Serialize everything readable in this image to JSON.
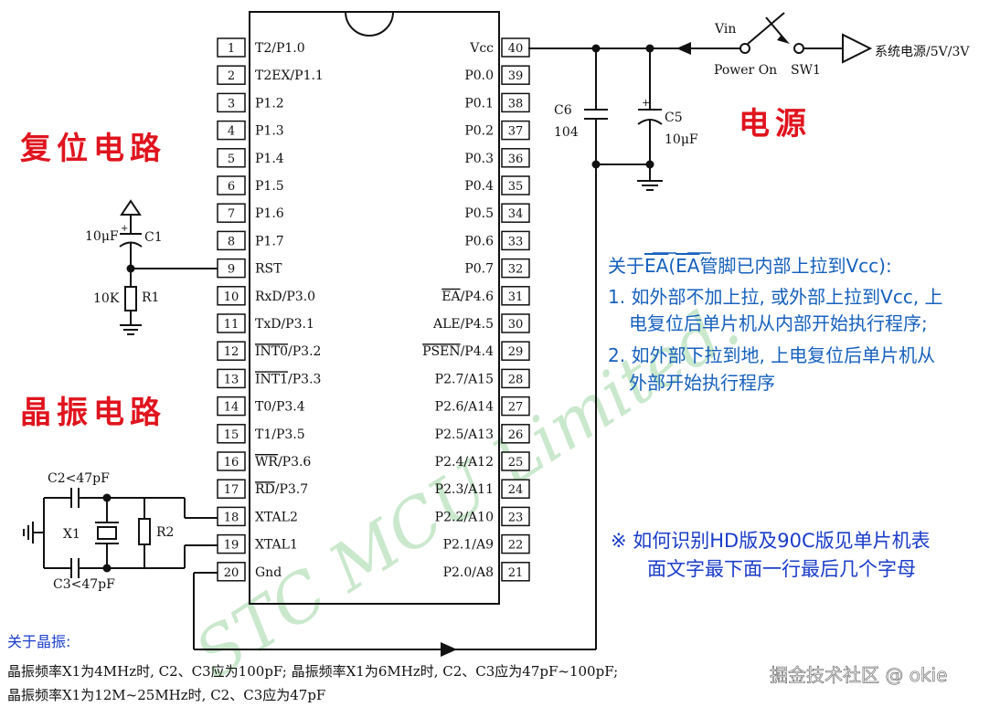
{
  "chip": {
    "left_pins": [
      {
        "num": "1",
        "label": "T2/P1.0"
      },
      {
        "num": "2",
        "label": "T2EX/P1.1"
      },
      {
        "num": "3",
        "label": "P1.2"
      },
      {
        "num": "4",
        "label": "P1.3"
      },
      {
        "num": "5",
        "label": "P1.4"
      },
      {
        "num": "6",
        "label": "P1.5"
      },
      {
        "num": "7",
        "label": "P1.6"
      },
      {
        "num": "8",
        "label": "P1.7"
      },
      {
        "num": "9",
        "label": "RST"
      },
      {
        "num": "10",
        "label": "RxD/P3.0"
      },
      {
        "num": "11",
        "label": "TxD/P3.1"
      },
      {
        "num": "12",
        "label": "INT0/P3.2",
        "overline": "INT0"
      },
      {
        "num": "13",
        "label": "INT1/P3.3",
        "overline": "INT1"
      },
      {
        "num": "14",
        "label": "T0/P3.4"
      },
      {
        "num": "15",
        "label": "T1/P3.5"
      },
      {
        "num": "16",
        "label": "WR/P3.6",
        "overline": "WR"
      },
      {
        "num": "17",
        "label": "RD/P3.7",
        "overline": "RD"
      },
      {
        "num": "18",
        "label": "XTAL2"
      },
      {
        "num": "19",
        "label": "XTAL1"
      },
      {
        "num": "20",
        "label": "Gnd"
      }
    ],
    "right_pins": [
      {
        "num": "40",
        "label": "Vcc"
      },
      {
        "num": "39",
        "label": "P0.0"
      },
      {
        "num": "38",
        "label": "P0.1"
      },
      {
        "num": "37",
        "label": "P0.2"
      },
      {
        "num": "36",
        "label": "P0.3"
      },
      {
        "num": "35",
        "label": "P0.4"
      },
      {
        "num": "34",
        "label": "P0.5"
      },
      {
        "num": "33",
        "label": "P0.6"
      },
      {
        "num": "32",
        "label": "P0.7"
      },
      {
        "num": "31",
        "label": "EA/P4.6",
        "overline": "EA"
      },
      {
        "num": "30",
        "label": "ALE/P4.5"
      },
      {
        "num": "29",
        "label": "PSEN/P4.4",
        "overline": "PSEN"
      },
      {
        "num": "28",
        "label": "P2.7/A15"
      },
      {
        "num": "27",
        "label": "P2.6/A14"
      },
      {
        "num": "26",
        "label": "P2.5/A13"
      },
      {
        "num": "25",
        "label": "P2.4/A12"
      },
      {
        "num": "24",
        "label": "P2.3/A11"
      },
      {
        "num": "23",
        "label": "P2.2/A10"
      },
      {
        "num": "22",
        "label": "P2.1/A9"
      },
      {
        "num": "21",
        "label": "P2.0/A8"
      }
    ]
  },
  "sections": {
    "reset": "复位电路",
    "crystal": "晶振电路",
    "power": "电源"
  },
  "power": {
    "vin": "Vin",
    "power_on": "Power On",
    "sw1": "SW1",
    "supply": "系统电源/5V/3V",
    "c6_name": "C6",
    "c6_value": "104",
    "c5_name": "C5",
    "c5_value": "10μF"
  },
  "reset_circuit": {
    "c1_value": "10μF",
    "c1_name": "C1",
    "r1_value": "10K",
    "r1_name": "R1"
  },
  "crystal_circuit": {
    "c2": "C2<47pF",
    "c3": "C3<47pF",
    "x1": "X1",
    "r2": "R2"
  },
  "ea_note": {
    "title_prefix": "关于",
    "title_ea1": "EA",
    "title_paren": "(",
    "title_ea2": "EA",
    "title_suffix": "管脚已内部上拉到Vcc):",
    "line1a": "1. 如外部不加上拉, 或外部上拉到Vcc, 上",
    "line1b": "电复位后单片机从内部开始执行程序;",
    "line2a": "2. 如外部下拉到地, 上电复位后单片机从",
    "line2b": "外部开始执行程序"
  },
  "hd_note": {
    "line1": "※  如何识别HD版及90C版见单片机表",
    "line2": "面文字最下面一行最后几个字母"
  },
  "crystal_note": {
    "title": "关于晶振:",
    "line1": "晶振频率X1为4MHz时, C2、C3应为100pF; 晶振频率X1为6MHz时, C2、C3应为47pF~100pF;",
    "line2": "晶振频率X1为12M~25MHz时, C2、C3应为47pF"
  },
  "watermark": "STC  MCU  Limited.",
  "credit": "掘金技术社区 @ okie",
  "colors": {
    "section_red": "#e0141e",
    "note_blue": "#1560bd",
    "watermark_green": "#3fae4a"
  }
}
